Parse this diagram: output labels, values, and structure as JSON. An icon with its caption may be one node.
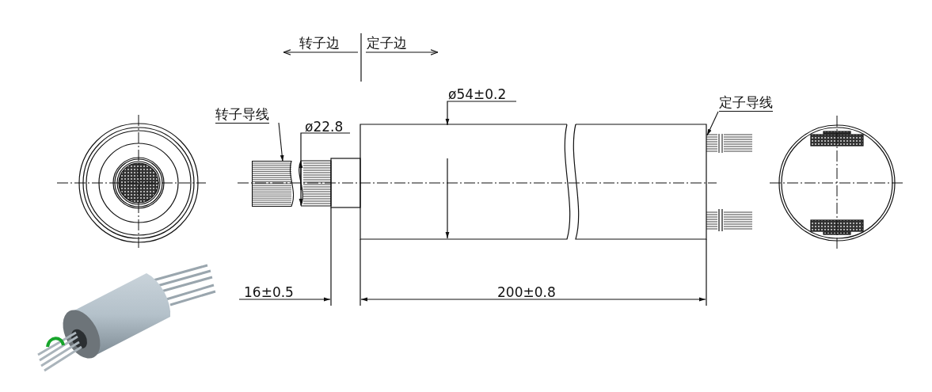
{
  "diagram": {
    "nodes": [
      {
        "text": [
          "转子导线"
        ]
      },
      {
        "text": [],
        "shape": "picture"
      },
      {
        "text": [
          "定子导线"
        ]
      },
      {
        "text": [],
        "shape": "picture"
      }
    ],
    "edges": [
      {
        "from": 0,
        "to": 1,
        "arrow": "to"
      },
      {
        "from": 2,
        "to": 3,
        "arrow": "to"
      }
    ],
    "labels": [
      "转子边",
      "定子边",
      "ø22.8",
      "ø54±0.2",
      "16±0.5",
      "200±0.8"
    ]
  }
}
